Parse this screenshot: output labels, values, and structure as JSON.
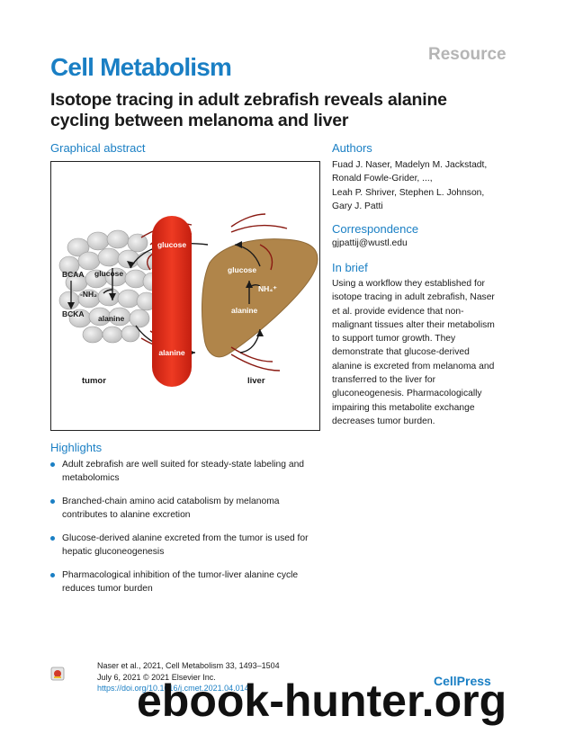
{
  "header": {
    "label": "Resource",
    "journal": "Cell Metabolism",
    "title": "Isotope tracing in adult zebrafish reveals alanine cycling between melanoma and liver"
  },
  "graphical_abstract": {
    "heading": "Graphical abstract",
    "labels": {
      "glucose_top": "glucose",
      "alanine_bottom": "alanine",
      "bcaa": "BCAA",
      "tumor_glucose": "glucose",
      "nh2": "-NH₂",
      "bcka": "BCKA",
      "tumor_alanine": "alanine",
      "liver_glucose": "glucose",
      "nh4": "NH₄⁺",
      "liver_alanine": "alanine",
      "tumor": "tumor",
      "liver": "liver"
    },
    "colors": {
      "vessel": "#e8321e",
      "liver": "#b0854a",
      "tumor_cells": "#cfcfcf",
      "veins": "#8a1a12"
    }
  },
  "authors": {
    "heading": "Authors",
    "lines": [
      "Fuad J. Naser, Madelyn M. Jackstadt,",
      "Ronald Fowle-Grider, ...,",
      "Leah P. Shriver, Stephen L. Johnson,",
      "Gary J. Patti"
    ]
  },
  "correspondence": {
    "heading": "Correspondence",
    "email": "gjpattij@wustl.edu"
  },
  "in_brief": {
    "heading": "In brief",
    "lines": [
      "Using a workflow they established for",
      "isotope tracing in adult zebrafish, Naser",
      "et al. provide evidence that non-",
      "malignant tissues alter their metabolism",
      "to support tumor growth. They",
      "demonstrate that glucose-derived",
      "alanine is excreted from melanoma and",
      "transferred to the liver for",
      "gluconeogenesis. Pharmacologically",
      "impairing this metabolite exchange",
      "decreases tumor burden."
    ]
  },
  "highlights": {
    "heading": "Highlights",
    "items": [
      {
        "l1": "Adult zebrafish are well suited for steady-state labeling and",
        "l2": "metabolomics"
      },
      {
        "l1": "Branched-chain amino acid catabolism by melanoma",
        "l2": "contributes to alanine excretion"
      },
      {
        "l1": "Glucose-derived alanine excreted from the tumor is used for",
        "l2": "hepatic gluconeogenesis"
      },
      {
        "l1": "Pharmacological inhibition of the tumor-liver alanine cycle",
        "l2": "reduces tumor burden"
      }
    ]
  },
  "citation": {
    "line1": "Naser et al., 2021, Cell Metabolism 33, 1493–1504",
    "line2": "July 6, 2021 © 2021 Elsevier Inc.",
    "doi": "https://doi.org/10.1016/j.cmet.2021.04.014"
  },
  "publisher": "CellPress",
  "watermark": "ebook-hunter.org"
}
